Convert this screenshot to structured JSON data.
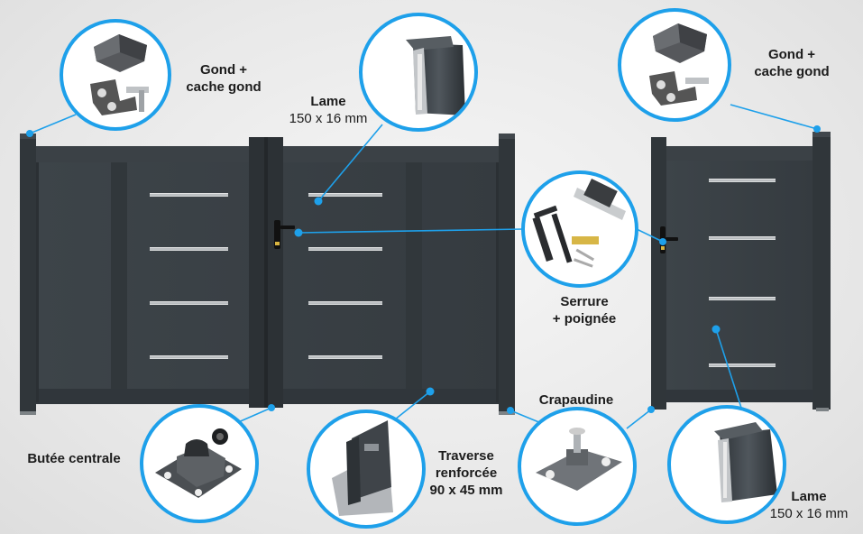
{
  "labels": {
    "gond_left": {
      "line1": "Gond +",
      "line2": "cache gond"
    },
    "lame_top": {
      "title": "Lame",
      "dims": "150 x 16 mm"
    },
    "gond_right": {
      "line1": "Gond +",
      "line2": "cache gond"
    },
    "serrure": {
      "line1": "Serrure",
      "line2": "+ poignée"
    },
    "crapaudine": {
      "title": "Crapaudine"
    },
    "butee": {
      "title": "Butée centrale"
    },
    "traverse": {
      "line1": "Traverse",
      "line2": "renforcée",
      "line3": "90 x 45 mm"
    },
    "lame_bottom": {
      "title": "Lame",
      "dims": "150 x 16 mm"
    }
  },
  "colors": {
    "gate": "#3c4247",
    "gate_edge": "#2b3034",
    "accent_ring": "#1ea0ea",
    "inlay": "#d8dadc"
  }
}
